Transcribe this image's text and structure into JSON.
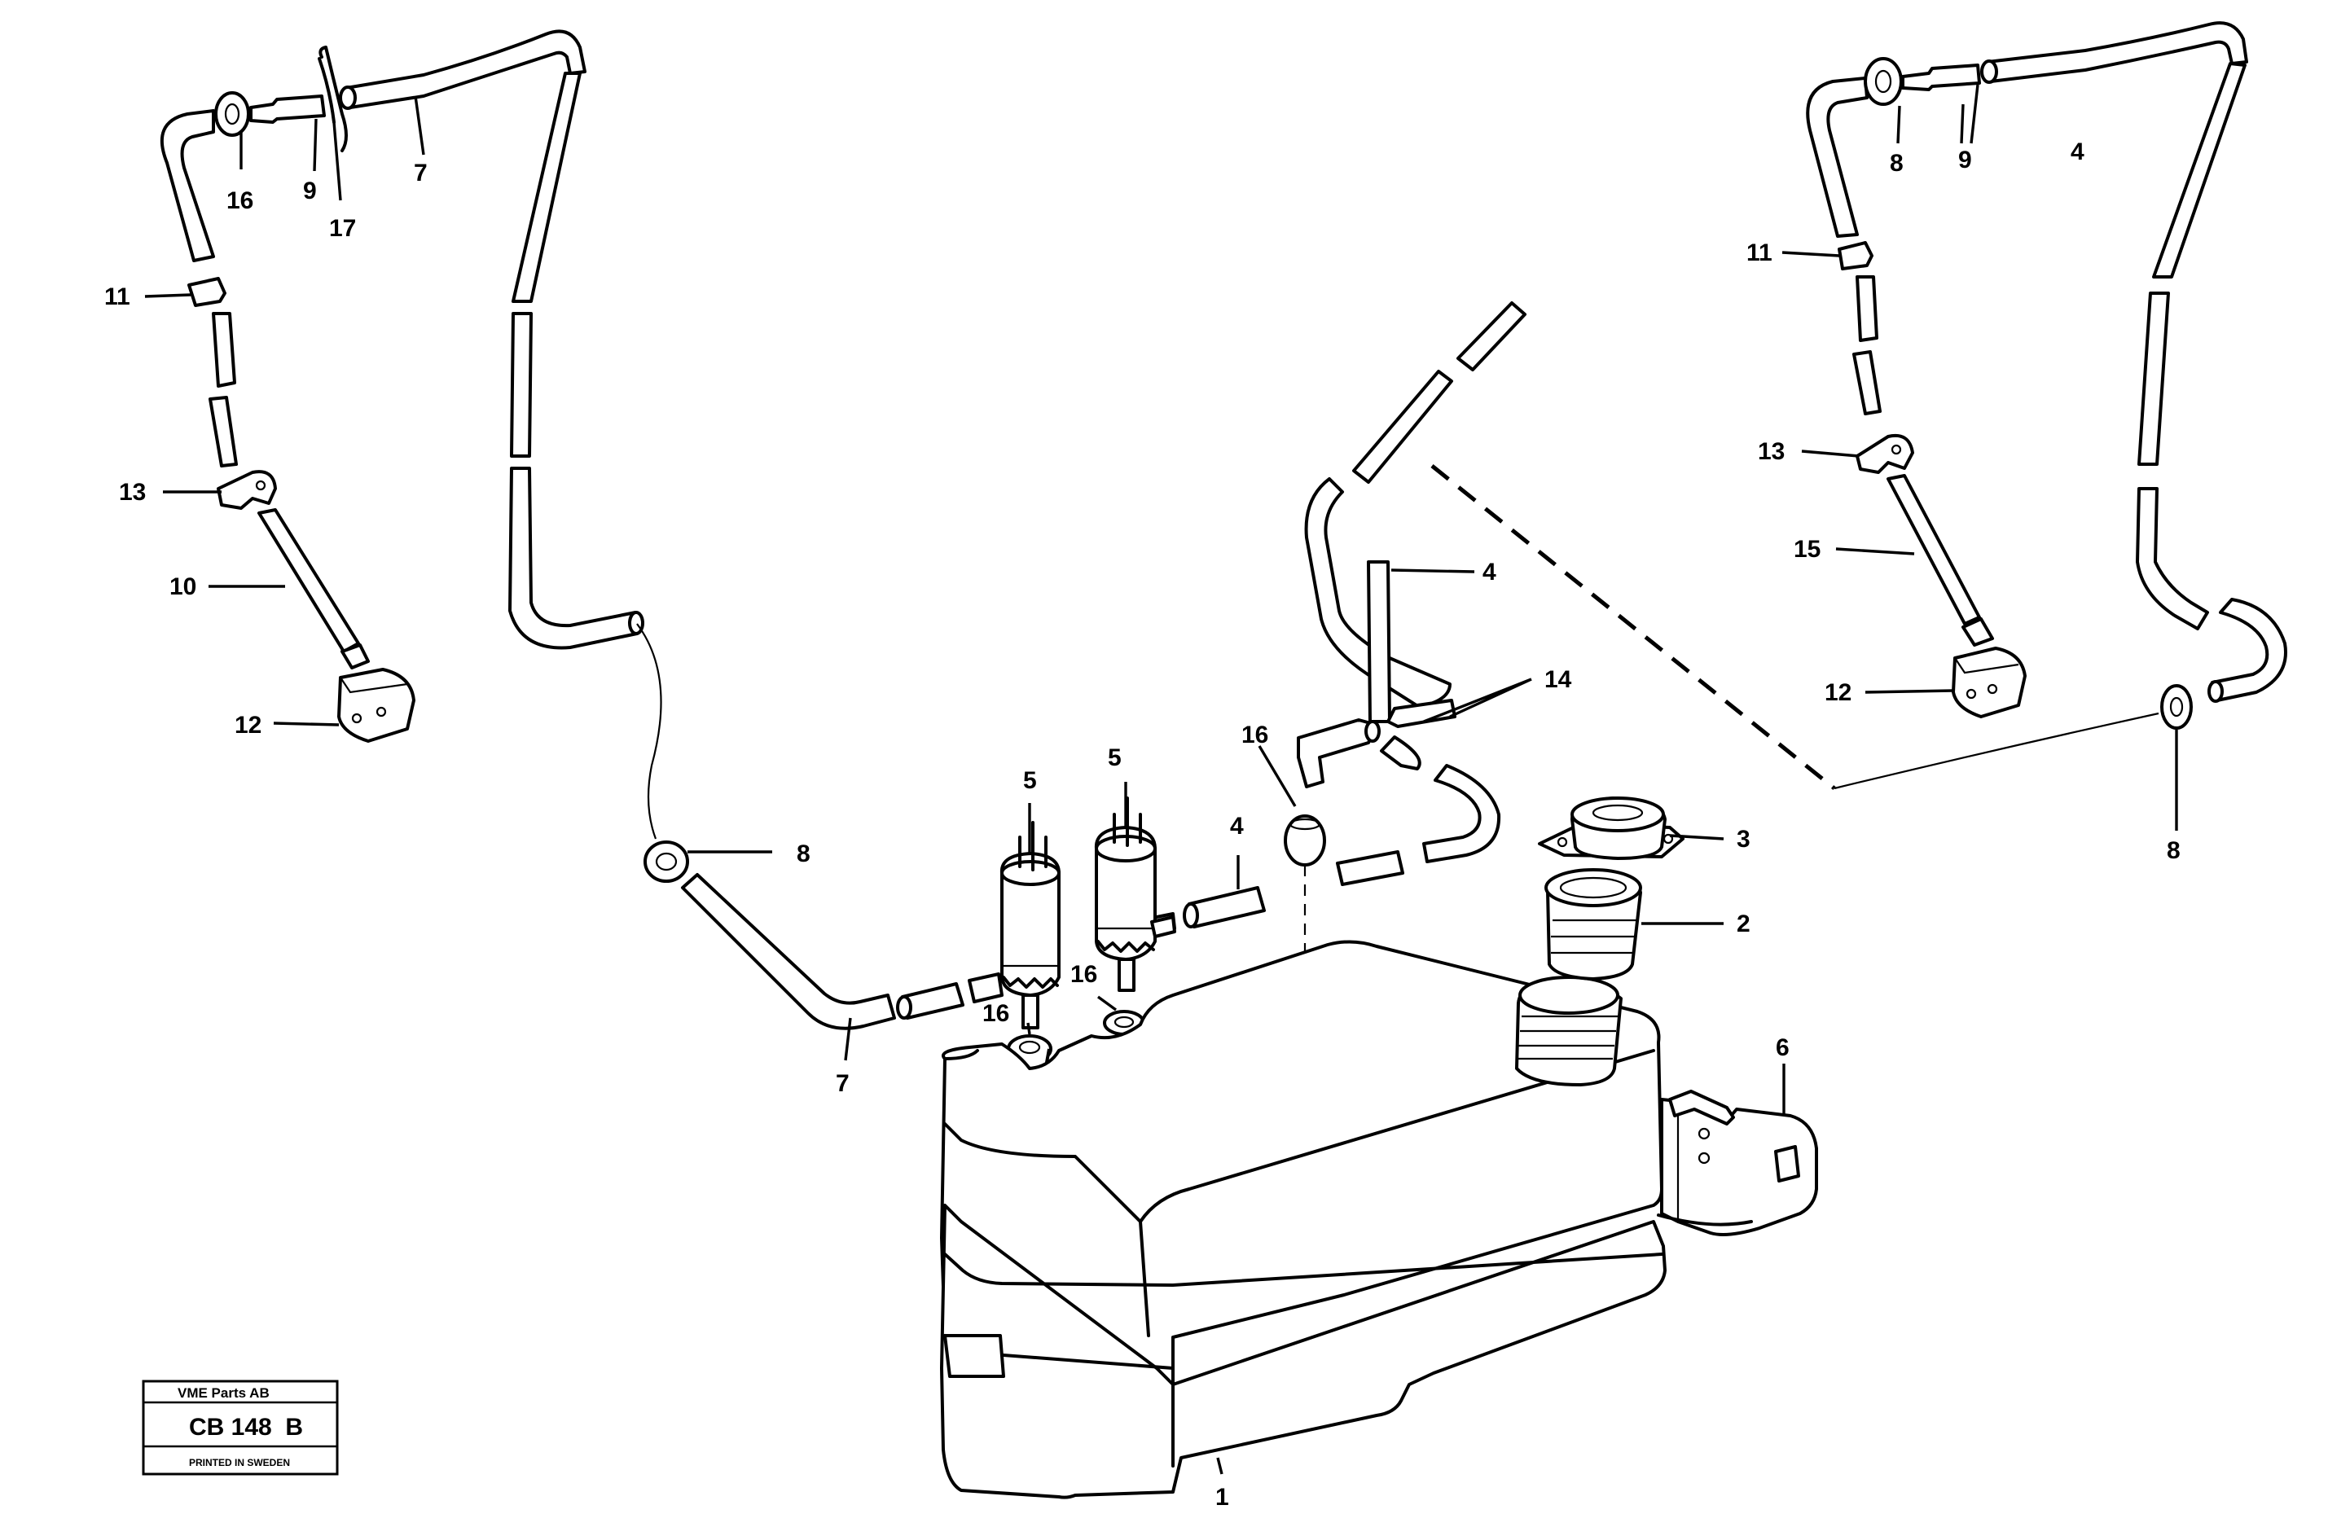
{
  "callouts": {
    "c1": "1",
    "c2": "2",
    "c3": "3",
    "c4a": "4",
    "c4b": "4",
    "c4c": "4",
    "c5a": "5",
    "c5b": "5",
    "c6": "6",
    "c7a": "7",
    "c7b": "7",
    "c8a": "8",
    "c8b": "8",
    "c8c": "8",
    "c9a": "9",
    "c9b": "9",
    "c10": "10",
    "c11a": "11",
    "c11b": "11",
    "c12a": "12",
    "c12b": "12",
    "c13a": "13",
    "c13b": "13",
    "c14": "14",
    "c15": "15",
    "c16a": "16",
    "c16b": "16",
    "c16c": "16",
    "c16d": "16",
    "c17": "17"
  },
  "stamp": {
    "company": "VME Parts AB",
    "code": "CB 148  B",
    "printed": "PRINTED IN SWEDEN"
  }
}
